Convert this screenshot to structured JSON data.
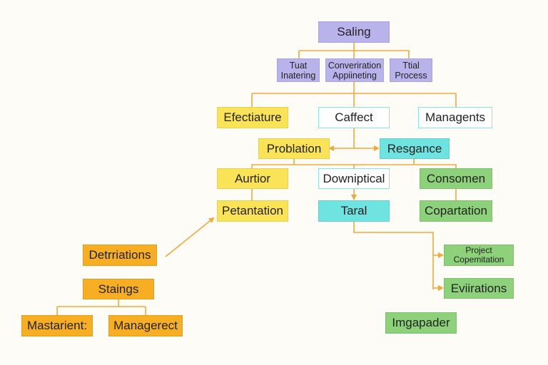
{
  "nodes": {
    "saling": "Saling",
    "tuat_line1": "Tuat",
    "tuat_line2": "Inatering",
    "conv_line1": "Converiration",
    "conv_line2": "Appiineting",
    "ttial_line1": "Ttial",
    "ttial_line2": "Process",
    "efectiature": "Efectiature",
    "caffect": "Caffect",
    "managents": "Managents",
    "problation": "Problation",
    "resgance": "Resgance",
    "aurtior": "Aurtior",
    "downiptical": "Downiptical",
    "consomen": "Consomen",
    "petantation": "Petantation",
    "taral": "Taral",
    "copartation": "Copartation",
    "detrriations": "Detrriations",
    "project_line1": "Project",
    "project_line2": "Copemitation",
    "staings": "Staings",
    "eviirations": "Eviirations",
    "mastarient": "Mastarient:",
    "managerect": "Managerect",
    "imgapader": "Imgapader"
  },
  "colors": {
    "connector": "#f2a93b",
    "lavender": "#b9b3ec",
    "yellow": "#fbe357",
    "cyan": "#6fe3e0",
    "green": "#8ed17b",
    "orange": "#f7ae22"
  }
}
